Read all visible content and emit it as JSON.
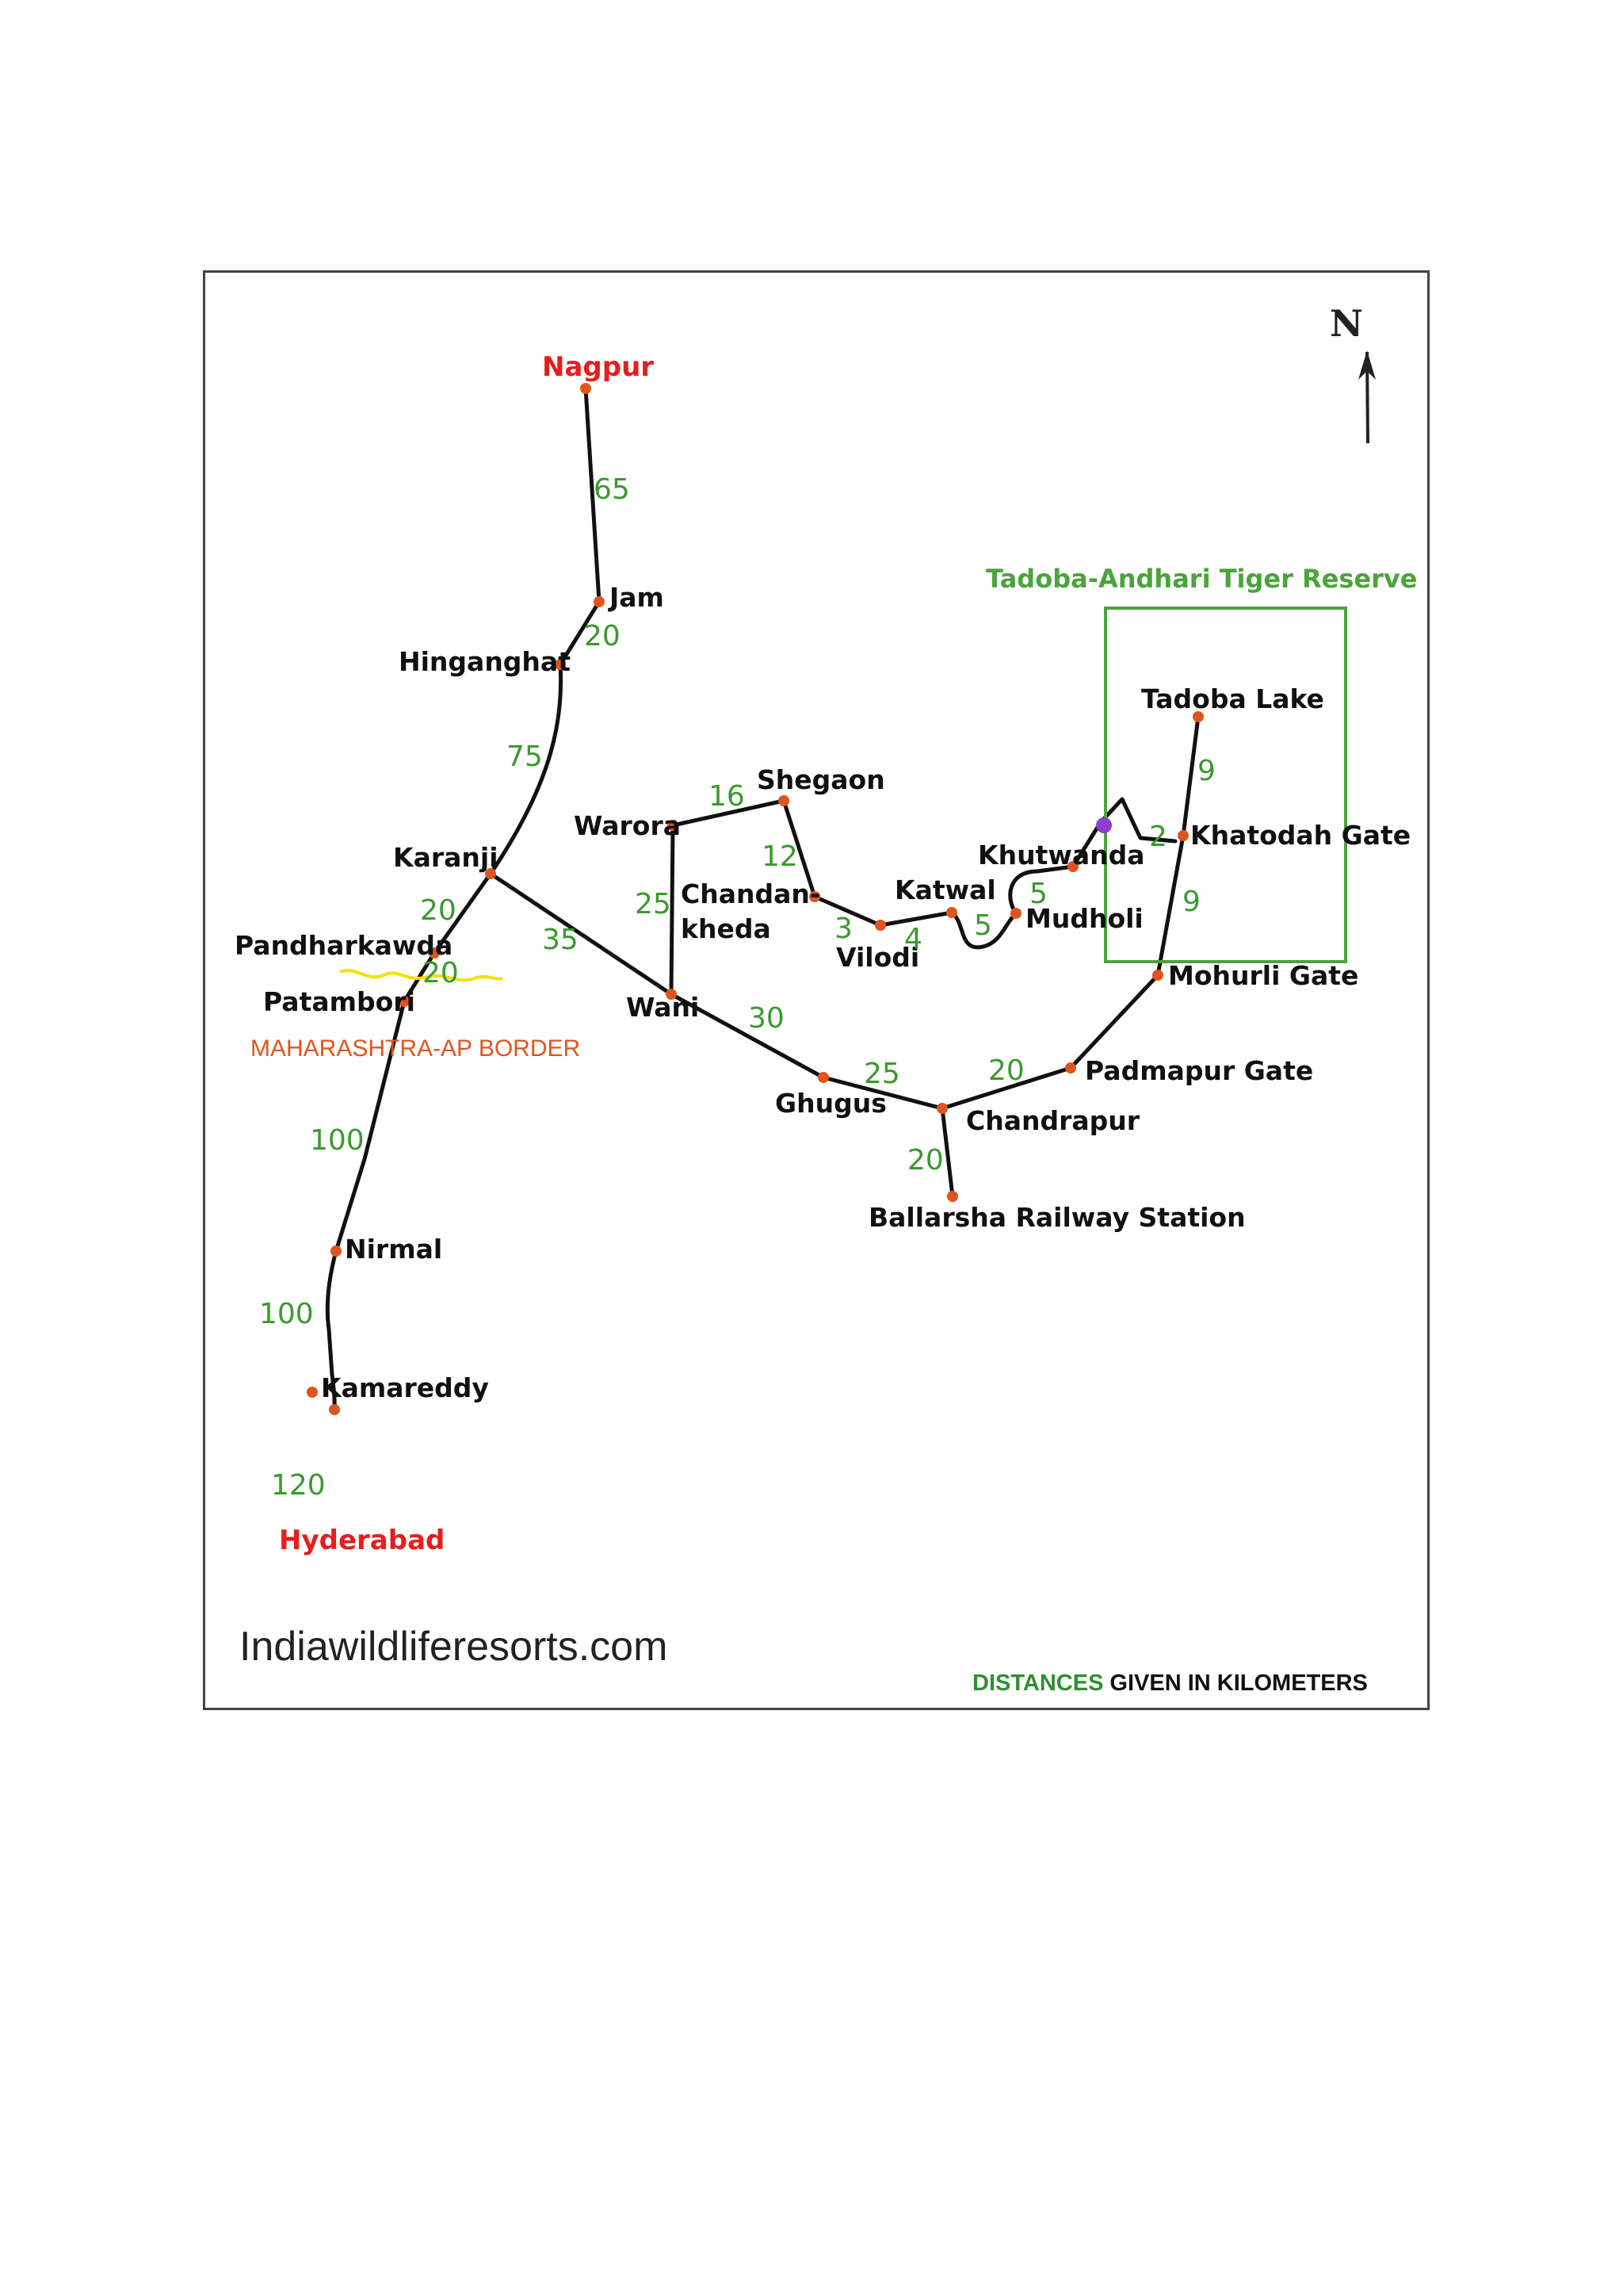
{
  "map": {
    "website": "Indiawildliferesorts.com",
    "note": {
      "green": "DISTANCES",
      "black": "GIVEN IN KILOMETERS"
    },
    "north_label": "N",
    "reserve": {
      "title": "Tadoba-Andhari Tiger Reserve"
    },
    "border_label": "MAHARASHTRA-AP BORDER",
    "colors": {
      "major_city": "#e51e1e",
      "distance": "#3a9a2e",
      "reserve": "#4aa43a",
      "dot": "#e0551e",
      "border_line": "#f4e000",
      "entry_dot": "#8a3fd1"
    },
    "places": {
      "nagpur": "Nagpur",
      "jam": "Jam",
      "hinganghat": "Hinganghat",
      "karanji": "Karanji",
      "pandharkawda": "Pandharkawda",
      "patambori": "Patambori",
      "nirmal": "Nirmal",
      "kamareddy": "Kamareddy",
      "hyderabad": "Hyderabad",
      "warora": "Warora",
      "shegaon": "Shegaon",
      "chandan1": "Chandan-",
      "chandan2": "kheda",
      "vilodi": "Vilodi",
      "katwal": "Katwal",
      "mudholi": "Mudholi",
      "khutwanda": "Khutwanda",
      "tadoba_lake": "Tadoba Lake",
      "khatodah_gate": "Khatodah Gate",
      "mohurli_gate": "Mohurli Gate",
      "padmapur_gate": "Padmapur Gate",
      "chandrapur": "Chandrapur",
      "ballarsha": "Ballarsha Railway Station",
      "ghugus": "Ghugus",
      "wani": "Wani"
    },
    "distances": {
      "nagpur_jam": "65",
      "jam_hinganghat": "20",
      "hinganghat_karanji": "75",
      "karanji_pandharkawda": "20",
      "pandharkawda_patambori": "20",
      "karanji_wani": "35",
      "patambori_nirmal": "100",
      "nirmal_kamareddy": "100",
      "kamareddy_hyderabad": "120",
      "wani_ghugus": "30",
      "warora_wani": "25",
      "warora_shegaon": "16",
      "shegaon_chandankheda": "12",
      "chandankheda_vilodi": "3",
      "vilodi_katwal": "4",
      "katwal_mudholi": "5",
      "mudholi_khutwanda": "5",
      "khutwanda_khatodah": "2",
      "khatodah_tadoba": "9",
      "khatodah_mohurli": "9",
      "ghugus_chandrapur": "25",
      "chandrapur_padmapur": "20",
      "chandrapur_ballarsha": "20"
    }
  }
}
